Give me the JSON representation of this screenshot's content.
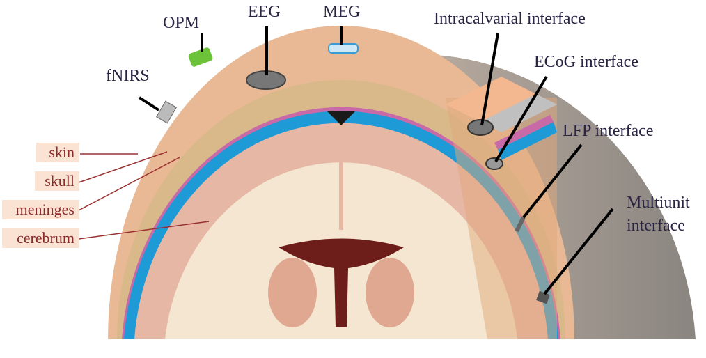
{
  "devices": {
    "opm": "OPM",
    "eeg": "EEG",
    "meg": "MEG",
    "fnirs": "fNIRS",
    "intracalvarial": "Intracalvarial interface",
    "ecog": "ECoG interface",
    "lfp": "LFP interface",
    "multiunit_line1": "Multiunit",
    "multiunit_line2": "interface"
  },
  "layers": {
    "skin": "skin",
    "skull": "skull",
    "meninges": "meninges",
    "cerebrum": "cerebrum"
  },
  "colors": {
    "skin": "#e8b994",
    "skull": "#f0e2c0",
    "meninges": "#1e9ad6",
    "cortex": "#e7b7a6",
    "white_matter": "#f4e6d0",
    "label_bg": "#fbe3d3",
    "label_text": "#8a2a2a"
  }
}
